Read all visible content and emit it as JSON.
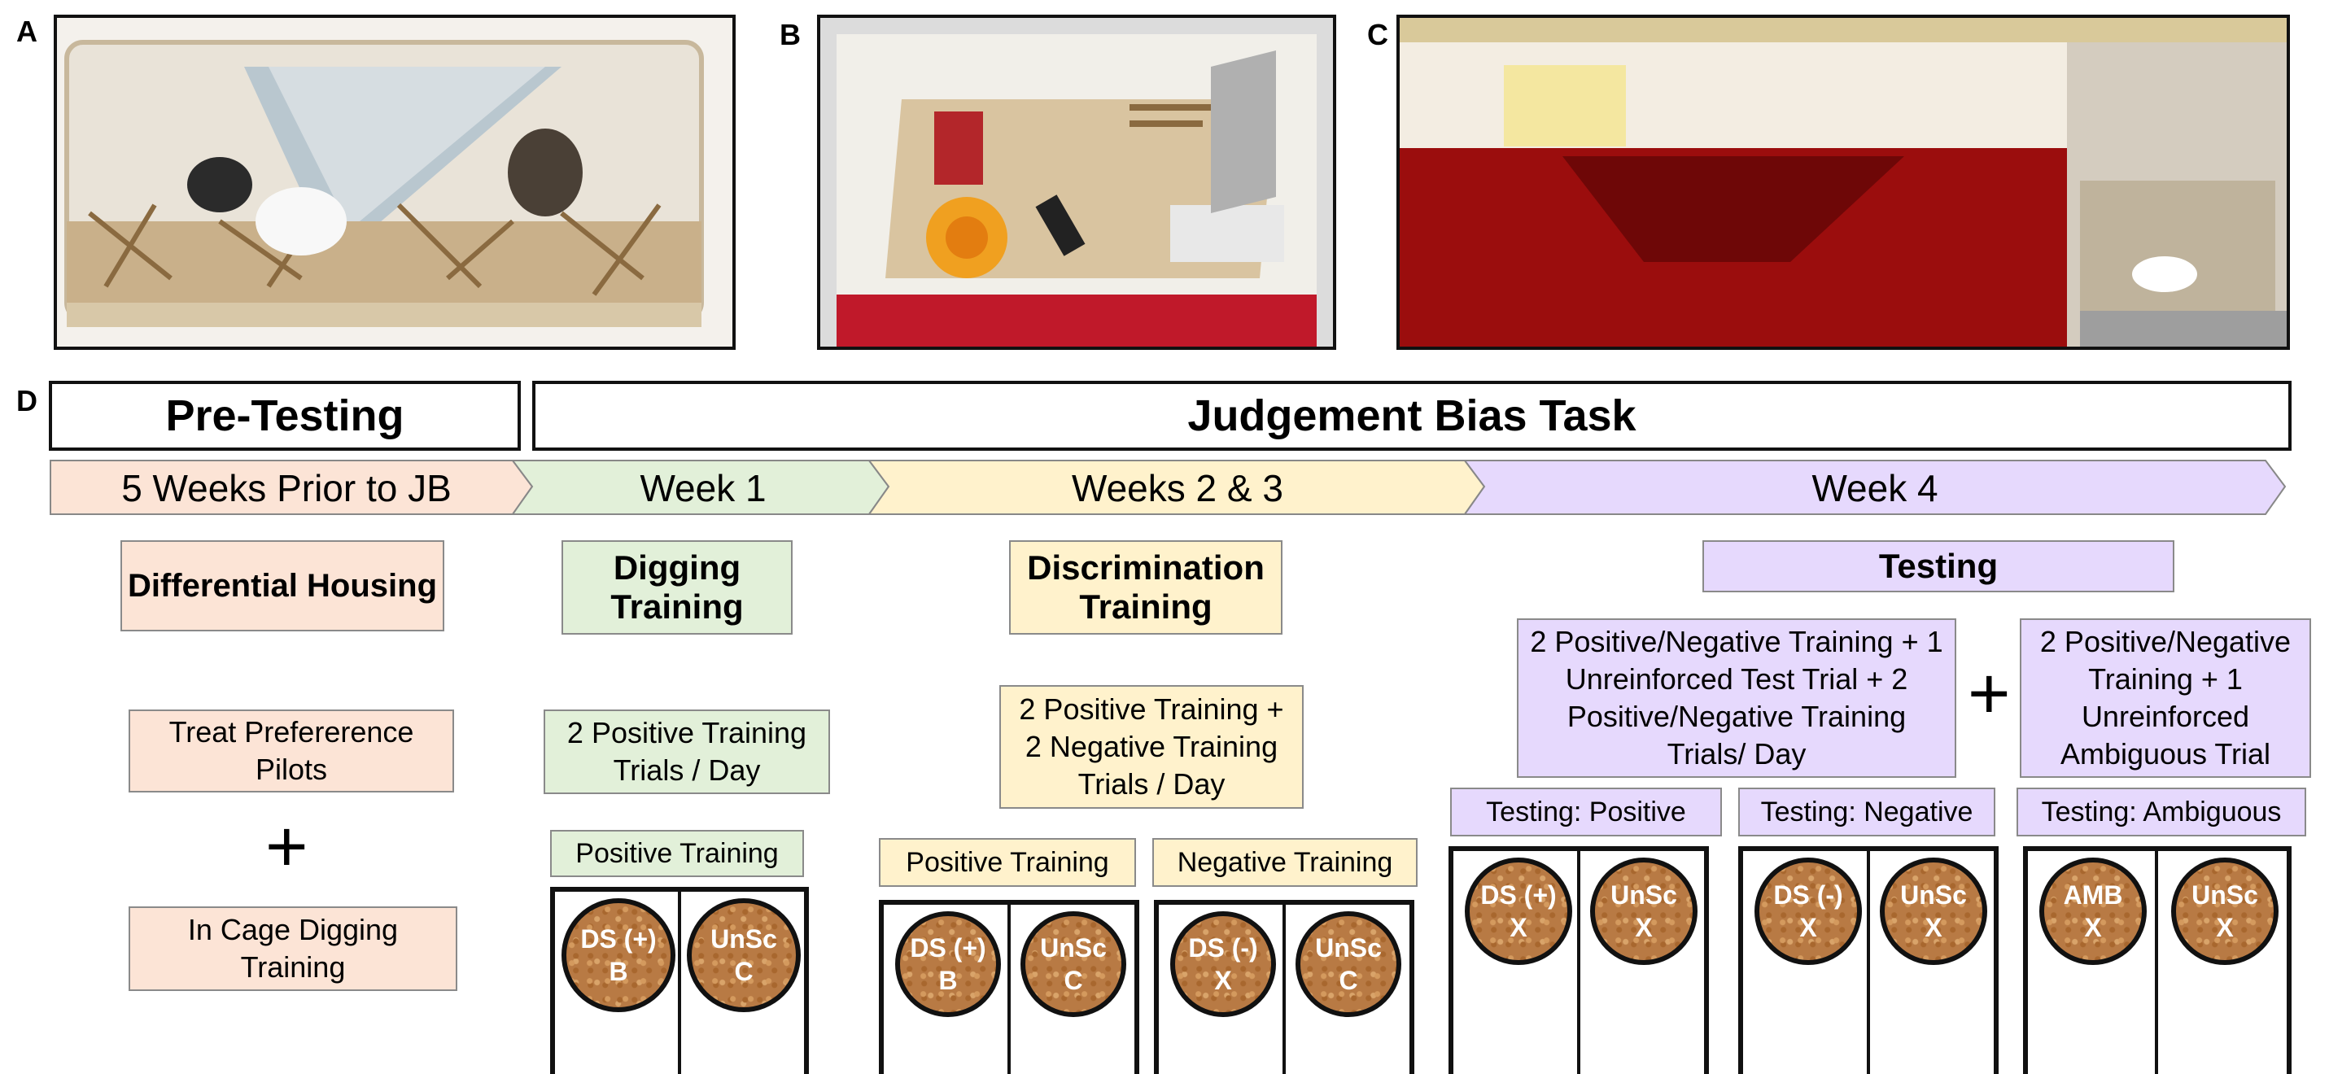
{
  "panels": {
    "a": "A",
    "b": "B",
    "c": "C",
    "d": "D"
  },
  "headers": {
    "pretesting": "Pre-Testing",
    "jbt": "Judgement Bias Task"
  },
  "timeline": [
    "5 Weeks Prior to JB",
    "Week 1",
    "Weeks 2 & 3",
    "Week 4"
  ],
  "colors": {
    "peach": "#fce4d6",
    "green": "#e2f0d9",
    "yellow": "#fff2cc",
    "purple": "#e6d9fd"
  },
  "phases": {
    "differential_housing": "Differential Housing",
    "digging_training": "Digging Training",
    "discrimination_training": "Discrimination Training",
    "testing": "Testing"
  },
  "details": {
    "treat_pilots": "Treat Prefererence Pilots",
    "plus": "+",
    "in_cage_digging": "In Cage Digging Training",
    "digging_trials": "2 Positive Training Trials / Day",
    "discrimination_trials": "2 Positive Training + 2 Negative Training Trials / Day",
    "testing_trials": "2 Positive/Negative Training + 1 Unreinforced Test Trial + 2 Positive/Negative Training Trials/ Day",
    "ambiguous_trials": "2 Positive/Negative Training + 1 Unreinforced Ambiguous Trial"
  },
  "arenas": [
    {
      "label": "Positive Training",
      "bowls": [
        [
          "DS (+)",
          "B"
        ],
        [
          "UnSc",
          "C"
        ]
      ]
    },
    {
      "label": "Positive Training",
      "bowls": [
        [
          "DS (+)",
          "B"
        ],
        [
          "UnSc",
          "C"
        ]
      ]
    },
    {
      "label": "Negative Training",
      "bowls": [
        [
          "DS (-)",
          "X"
        ],
        [
          "UnSc",
          "C"
        ]
      ]
    },
    {
      "label": "Testing: Positive",
      "bowls": [
        [
          "DS (+)",
          "X"
        ],
        [
          "UnSc",
          "X"
        ]
      ]
    },
    {
      "label": "Testing: Negative",
      "bowls": [
        [
          "DS (-)",
          "X"
        ],
        [
          "UnSc",
          "X"
        ]
      ]
    },
    {
      "label": "Testing: Ambiguous",
      "bowls": [
        [
          "AMB",
          "X"
        ],
        [
          "UnSc",
          "X"
        ]
      ]
    }
  ]
}
